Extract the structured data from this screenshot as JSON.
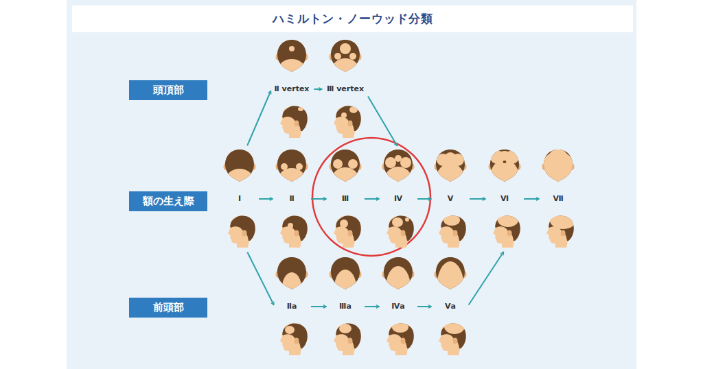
{
  "diagram": {
    "title": "ハミルトン・ノーウッド分類",
    "nodes": [
      {
        "text": [
          "頭頂部"
        ]
      },
      {
        "text": [
          "Ⅱ vertex"
        ]
      },
      {
        "text": [
          "Ⅲ vertex"
        ]
      },
      {
        "text": [
          "額の生え際"
        ]
      },
      {
        "text": [
          "Ⅰ"
        ]
      },
      {
        "text": [
          "Ⅱ"
        ]
      },
      {
        "text": [
          "Ⅲ"
        ]
      },
      {
        "text": [
          "Ⅳ"
        ]
      },
      {
        "text": [
          "Ⅴ"
        ]
      },
      {
        "text": [
          "Ⅵ"
        ]
      },
      {
        "text": [
          "Ⅶ"
        ]
      },
      {
        "text": [
          "前頭部"
        ]
      },
      {
        "text": [
          "Ⅱa"
        ]
      },
      {
        "text": [
          "Ⅲa"
        ]
      },
      {
        "text": [
          "Ⅳa"
        ]
      },
      {
        "text": [
          "Ⅴa"
        ]
      }
    ],
    "edges": [
      {
        "from": 4,
        "to": 1,
        "arrow": "to"
      },
      {
        "from": 1,
        "to": 2,
        "arrow": "to"
      },
      {
        "from": 2,
        "to": 7,
        "arrow": "to"
      },
      {
        "from": 4,
        "to": 5,
        "arrow": "to"
      },
      {
        "from": 5,
        "to": 6,
        "arrow": "to"
      },
      {
        "from": 6,
        "to": 7,
        "arrow": "to"
      },
      {
        "from": 7,
        "to": 8,
        "arrow": "to"
      },
      {
        "from": 8,
        "to": 9,
        "arrow": "to"
      },
      {
        "from": 9,
        "to": 10,
        "arrow": "to"
      },
      {
        "from": 4,
        "to": 12,
        "arrow": "to"
      },
      {
        "from": 12,
        "to": 13,
        "arrow": "to"
      },
      {
        "from": 13,
        "to": 14,
        "arrow": "to"
      },
      {
        "from": 14,
        "to": 15,
        "arrow": "to"
      },
      {
        "from": 15,
        "to": 9,
        "arrow": "to"
      }
    ]
  }
}
